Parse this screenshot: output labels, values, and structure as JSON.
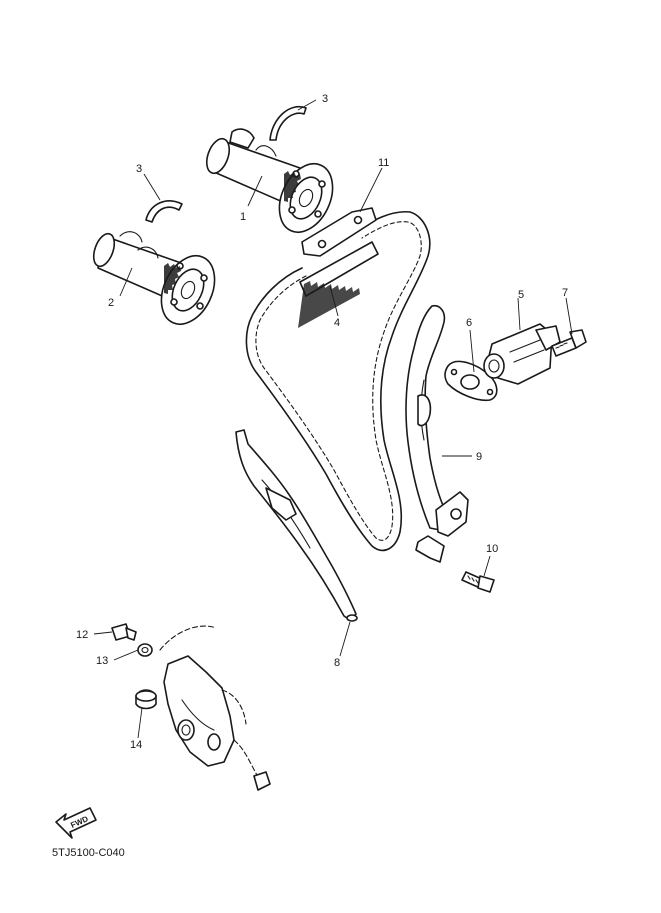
{
  "callouts": {
    "c1": "1",
    "c2": "2",
    "c3a": "3",
    "c3b": "3",
    "c4": "4",
    "c5": "5",
    "c6": "6",
    "c7": "7",
    "c8": "8",
    "c9": "9",
    "c10": "10",
    "c11": "11",
    "c12": "12",
    "c13": "13",
    "c14": "14"
  },
  "direction_badge": "FWD",
  "diagram_code": "5TJ5100-C040"
}
